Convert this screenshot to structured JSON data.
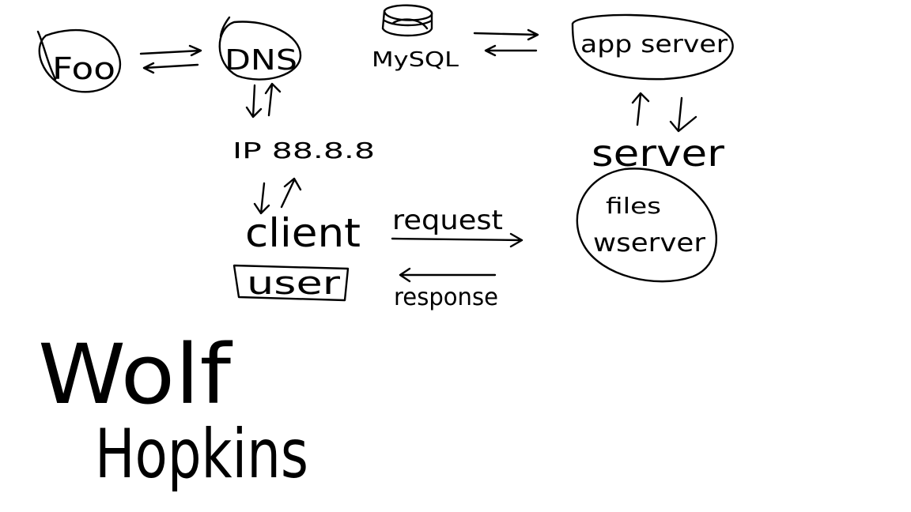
{
  "diagram": {
    "nodes": {
      "foo": "Foo",
      "dns": "DNS",
      "mysql": "MySQL",
      "app_server": "app server",
      "ip": "IP 88.8.8",
      "client": "client",
      "user": "user",
      "server": "server",
      "files_server": [
        "files",
        "wserver"
      ]
    },
    "edges": {
      "request": "request",
      "response": "response"
    },
    "note": {
      "line1": "Wolf",
      "line2": "Hopkins"
    }
  },
  "ink_color": "#000000",
  "background_color": "#ffffff"
}
